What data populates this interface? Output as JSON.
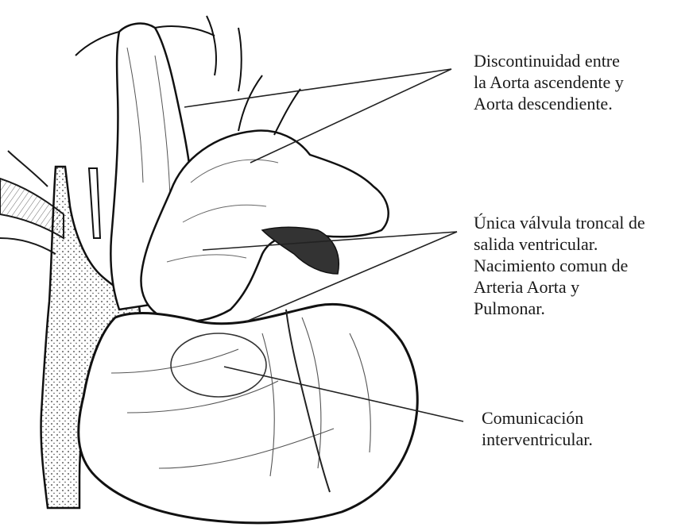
{
  "labels": {
    "aorta": {
      "lines": [
        "Discontinuidad entre",
        "la Aorta ascendente y",
        "Aorta descendiente."
      ]
    },
    "valve": {
      "lines": [
        "Única válvula troncal de",
        "salida ventricular.",
        "Nacimiento comun de",
        "Arteria Aorta y",
        "Pulmonar."
      ]
    },
    "civ": {
      "lines": [
        "Comunicación",
        "interventricular."
      ]
    }
  },
  "colors": {
    "ink": "#1a1a1a",
    "background": "#ffffff",
    "shade": "#555555"
  }
}
